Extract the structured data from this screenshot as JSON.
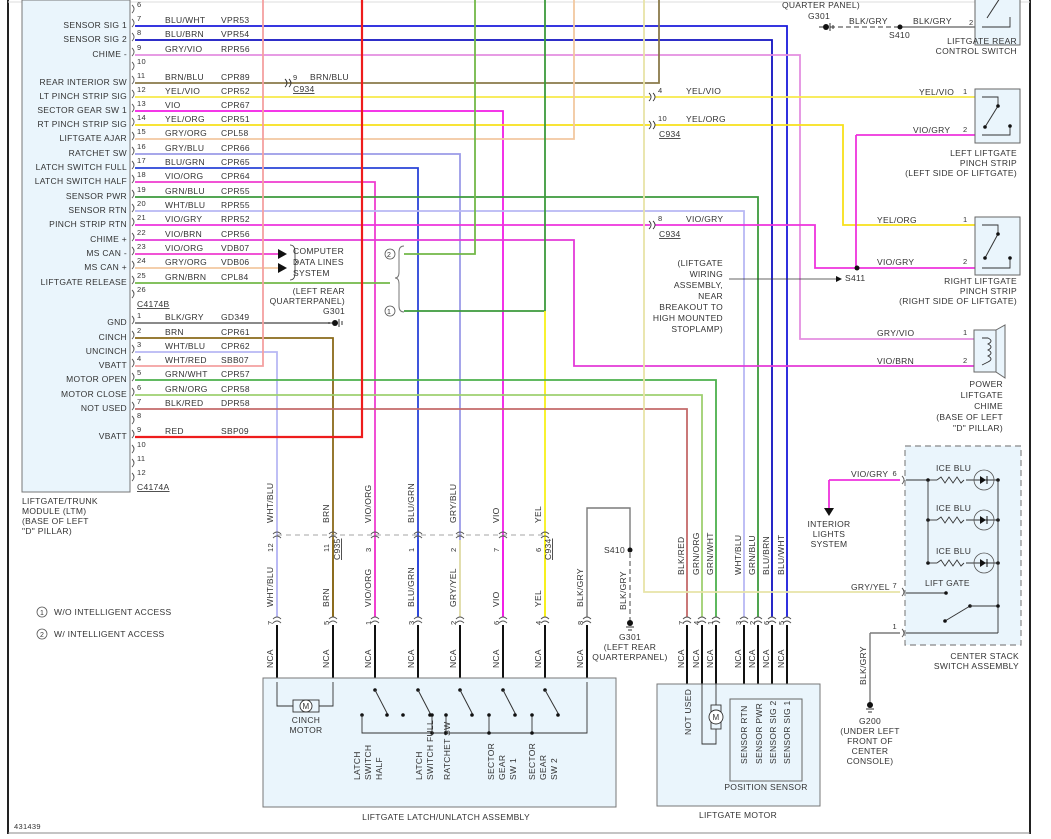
{
  "figure_id": "431439",
  "legend": [
    {
      "num": "1",
      "text": "W/O INTELLIGENT ACCESS"
    },
    {
      "num": "2",
      "text": "W/ INTELLIGENT ACCESS"
    }
  ],
  "ltm": {
    "title": [
      "LIFTGATE/TRUNK",
      "MODULE (LTM)",
      "(BASE OF LEFT",
      "\"D\" PILLAR)"
    ],
    "connector_b": "C4174B",
    "connector_a": "C4174A",
    "pins_b": [
      {
        "pin": "6",
        "func": "",
        "color": "",
        "circuit": ""
      },
      {
        "pin": "7",
        "func": "SENSOR SIG 1",
        "color": "BLU/WHT",
        "circuit": "VPR53"
      },
      {
        "pin": "8",
        "func": "SENSOR SIG 2",
        "color": "BLU/BRN",
        "circuit": "VPR54"
      },
      {
        "pin": "9",
        "func": "CHIME -",
        "color": "GRY/VIO",
        "circuit": "RPR56"
      },
      {
        "pin": "10",
        "func": "",
        "color": "",
        "circuit": ""
      },
      {
        "pin": "11",
        "func": "REAR INTERIOR SW",
        "color": "BRN/BLU",
        "circuit": "CPR89"
      },
      {
        "pin": "12",
        "func": "LT PINCH STRIP SIG",
        "color": "YEL/VIO",
        "circuit": "CPR52"
      },
      {
        "pin": "13",
        "func": "SECTOR GEAR SW 1",
        "color": "VIO",
        "circuit": "CPR67"
      },
      {
        "pin": "14",
        "func": "RT PINCH STRIP SIG",
        "color": "YEL/ORG",
        "circuit": "CPR51"
      },
      {
        "pin": "15",
        "func": "LIFTGATE AJAR",
        "color": "GRY/ORG",
        "circuit": "CPL58"
      },
      {
        "pin": "16",
        "func": "RATCHET SW",
        "color": "GRY/BLU",
        "circuit": "CPR66"
      },
      {
        "pin": "17",
        "func": "LATCH SWITCH FULL",
        "color": "BLU/GRN",
        "circuit": "CPR65"
      },
      {
        "pin": "18",
        "func": "LATCH SWITCH HALF",
        "color": "VIO/ORG",
        "circuit": "CPR64"
      },
      {
        "pin": "19",
        "func": "SENSOR PWR",
        "color": "GRN/BLU",
        "circuit": "CPR55"
      },
      {
        "pin": "20",
        "func": "SENSOR RTN",
        "color": "WHT/BLU",
        "circuit": "RPR55"
      },
      {
        "pin": "21",
        "func": "PINCH STRIP RTN",
        "color": "VIO/GRY",
        "circuit": "RPR52"
      },
      {
        "pin": "22",
        "func": "CHIME +",
        "color": "VIO/BRN",
        "circuit": "CPR56"
      },
      {
        "pin": "23",
        "func": "MS CAN -",
        "color": "VIO/ORG",
        "circuit": "VDB07"
      },
      {
        "pin": "24",
        "func": "MS CAN +",
        "color": "GRY/ORG",
        "circuit": "VDB06"
      },
      {
        "pin": "25",
        "func": "LIFTGATE RELEASE",
        "color": "GRN/BRN",
        "circuit": "CPL84"
      },
      {
        "pin": "26",
        "func": "",
        "color": "",
        "circuit": ""
      }
    ],
    "pins_a": [
      {
        "pin": "1",
        "func": "GND",
        "color": "BLK/GRY",
        "circuit": "GD349"
      },
      {
        "pin": "2",
        "func": "CINCH",
        "color": "BRN",
        "circuit": "CPR61"
      },
      {
        "pin": "3",
        "func": "UNCINCH",
        "color": "WHT/BLU",
        "circuit": "CPR62"
      },
      {
        "pin": "4",
        "func": "VBATT",
        "color": "WHT/RED",
        "circuit": "SBB07"
      },
      {
        "pin": "5",
        "func": "MOTOR OPEN",
        "color": "GRN/WHT",
        "circuit": "CPR57"
      },
      {
        "pin": "6",
        "func": "MOTOR CLOSE",
        "color": "GRN/ORG",
        "circuit": "CPR58"
      },
      {
        "pin": "7",
        "func": "NOT USED",
        "color": "BLK/RED",
        "circuit": "DPR58"
      },
      {
        "pin": "8",
        "func": "",
        "color": "",
        "circuit": ""
      },
      {
        "pin": "9",
        "func": "VBATT",
        "color": "RED",
        "circuit": "SBP09"
      },
      {
        "pin": "10",
        "func": "",
        "color": "",
        "circuit": ""
      },
      {
        "pin": "11",
        "func": "",
        "color": "",
        "circuit": ""
      },
      {
        "pin": "12",
        "func": "",
        "color": "",
        "circuit": ""
      }
    ]
  },
  "labels": {
    "c934": "C934",
    "c935": "C935",
    "brn_blu_pin": "9",
    "brn_blu": "BRN/BLU",
    "computer_data": [
      "COMPUTER",
      "DATA LINES",
      "SYSTEM"
    ],
    "g301_left": [
      "(LEFT REAR",
      "QUARTERPANEL)",
      "G301"
    ],
    "g301_top": [
      "QUARTER PANEL)",
      "G301"
    ],
    "s410": "S410",
    "s411": "S411",
    "blk_gry": "BLK/GRY",
    "yel_vio": "YEL/VIO",
    "yel_org": "YEL/ORG",
    "vio_gry": "VIO/GRY",
    "gry_vio": "GRY/VIO",
    "vio_brn": "VIO/BRN",
    "gry_yel": "GRY/YEL",
    "c934_pins": [
      "4",
      "10",
      "8"
    ],
    "wiring_note": [
      "(LIFTGATE",
      "WIRING",
      "ASSEMBLY,",
      "NEAR",
      "BREAKOUT TO",
      "HIGH MOUNTED",
      "STOPLAMP)"
    ],
    "interior_lights": [
      "INTERIOR",
      "LIGHTS",
      "SYSTEM"
    ],
    "g200": [
      "G200",
      "(UNDER LEFT",
      "FRONT OF",
      "CENTER",
      "CONSOLE)"
    ],
    "g301_bottom": [
      "G301",
      "(LEFT REAR",
      "QUARTERPANEL)"
    ],
    "nca": "NCA"
  },
  "components": {
    "rear_control_switch": [
      "LIFTGATE REAR",
      "CONTROL SWITCH"
    ],
    "left_pinch": [
      "LEFT LIFTGATE",
      "PINCH STRIP",
      "(LEFT SIDE OF LIFTGATE)"
    ],
    "right_pinch": [
      "RIGHT LIFTGATE",
      "PINCH STRIP",
      "(RIGHT SIDE OF LIFTGATE)"
    ],
    "chime": [
      "POWER",
      "LIFTGATE",
      "CHIME",
      "(BASE OF LEFT",
      "\"D\" PILLAR)"
    ],
    "center_stack": [
      "CENTER STACK",
      "SWITCH ASSEMBLY"
    ],
    "center_stack_leds": [
      "ICE BLU",
      "ICE BLU",
      "ICE BLU"
    ],
    "center_stack_switch": "LIFT GATE",
    "latch_assembly": "LIFTGATE LATCH/UNLATCH ASSEMBLY",
    "cinch_motor": [
      "CINCH",
      "MOTOR"
    ],
    "latch_switches": [
      [
        "LATCH",
        "SWITCH",
        "HALF"
      ],
      [
        "LATCH",
        "SWITCH FULL"
      ],
      [
        "RATCHET SW"
      ],
      [
        "SECTOR",
        "GEAR",
        "SW 1"
      ],
      [
        "SECTOR",
        "GEAR",
        "SW 2"
      ]
    ],
    "liftgate_motor": "LIFTGATE MOTOR",
    "position_sensor": "POSITION SENSOR",
    "motor_pins": [
      "NOT USED",
      "SENSOR RTN",
      "SENSOR PWR",
      "SENSOR SIG 2",
      "SENSOR SIG 1"
    ],
    "motor_glyph": "M"
  },
  "vertical_drops": [
    {
      "upper": "WHT/BLU",
      "pin_up": "12",
      "lower": "WHT/BLU",
      "pin_low": "7"
    },
    {
      "upper": "BRN",
      "pin_up": "11",
      "lower": "BRN",
      "pin_low": "5"
    },
    {
      "upper": "VIO/ORG",
      "pin_up": "3",
      "lower": "VIO/ORG",
      "pin_low": "1"
    },
    {
      "upper": "BLU/GRN",
      "pin_up": "1",
      "lower": "BLU/GRN",
      "pin_low": "3"
    },
    {
      "upper": "GRY/BLU",
      "pin_up": "2",
      "lower": "GRY/YEL",
      "pin_low": "2"
    },
    {
      "upper": "VIO",
      "pin_up": "7",
      "lower": "VIO",
      "pin_low": "6"
    },
    {
      "upper": "YEL",
      "pin_up": "6",
      "lower": "YEL",
      "pin_low": "4"
    },
    {
      "upper": "",
      "pin_up": "",
      "lower": "BLK/GRY",
      "pin_low": "8"
    }
  ],
  "motor_drops": [
    {
      "color": "BLK/RED",
      "pin": "7"
    },
    {
      "color": "GRN/ORG",
      "pin": "4"
    },
    {
      "color": "GRN/WHT",
      "pin": "1"
    },
    {
      "color": "WHT/BLU",
      "pin": "3"
    },
    {
      "color": "GRN/BLU",
      "pin": "2"
    },
    {
      "color": "BLU/BRN",
      "pin": "6"
    },
    {
      "color": "BLU/WHT",
      "pin": "5"
    }
  ],
  "center_stack_pins": [
    "6",
    "7",
    "1"
  ],
  "sw_pins": {
    "rear": [
      "2"
    ],
    "left": [
      "1",
      "2"
    ],
    "right": [
      "1",
      "2"
    ],
    "chime": [
      "1",
      "2"
    ]
  },
  "wire_colors": {
    "BLU/WHT": "#1a1adb",
    "BLU/BRN": "#1010c0",
    "GRY/VIO": "#e48fe0",
    "BRN/BLU": "#8a7a4a",
    "YEL/VIO": "#f7e94a",
    "VIO": "#f21ce5",
    "YEL/ORG": "#f7e01a",
    "GRY/ORG": "#f2c8a0",
    "GRY/BLU": "#9b9be8",
    "BLU/GRN": "#2a44d8",
    "VIO/ORG": "#ef3ccf",
    "GRN/BLU": "#3c9a3c",
    "WHT/BLU": "#b8b8f4",
    "VIO/GRY": "#ee33dd",
    "VIO/BRN": "#e43ad8",
    "GRN/BRN": "#72b848",
    "BLK/GRY": "#7a7a7a",
    "BRN": "#8a6a1a",
    "WHT/RED": "#f4a0a0",
    "GRN/WHT": "#4cb04c",
    "GRN/ORG": "#9ed070",
    "BLK/RED": "#c46a6a",
    "RED": "#ee1c1c",
    "YEL": "#f7f01a",
    "GRY/YEL": "#e8e4a8",
    "module_fill": "#eaf5fc",
    "text": "#333333"
  }
}
